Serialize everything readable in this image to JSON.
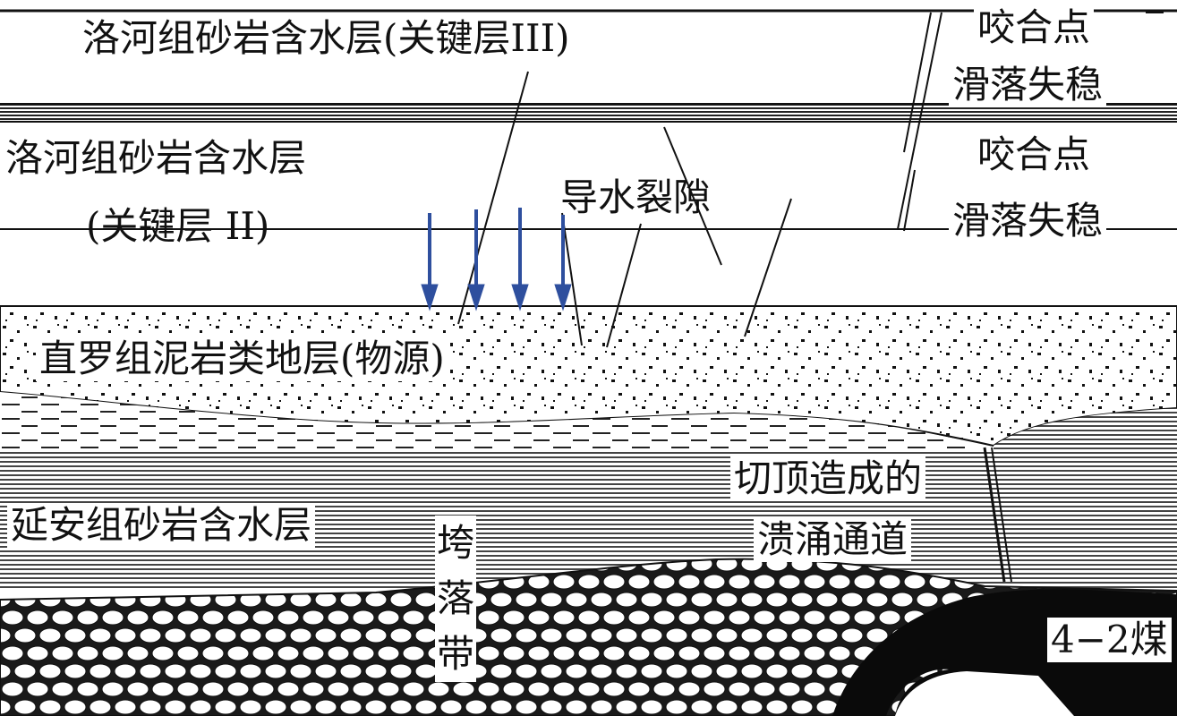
{
  "labels": {
    "key_layer_3": "洛河组砂岩含水层(关键层III)",
    "bite_point_top_line1": "咬合点",
    "bite_point_top_line2": "滑落失稳",
    "key_layer_2_line1": "洛河组砂岩含水层",
    "key_layer_2_line2": "(关键层 II)",
    "water_fracture": "导水裂隙",
    "bite_point_mid_line1": "咬合点",
    "bite_point_mid_line2": "滑落失稳",
    "mudstone_source": "直罗组泥岩类地层(物源)",
    "yanan_aquifer": "延安组砂岩含水层",
    "caving_zone": "垮落带",
    "roof_cut_line1": "切顶造成的",
    "roof_cut_line2": "溃涌通道",
    "coal_seam": "4−2煤"
  },
  "colors": {
    "arrow": "#2e4f9e",
    "line": "#111111",
    "background": "#ffffff"
  }
}
